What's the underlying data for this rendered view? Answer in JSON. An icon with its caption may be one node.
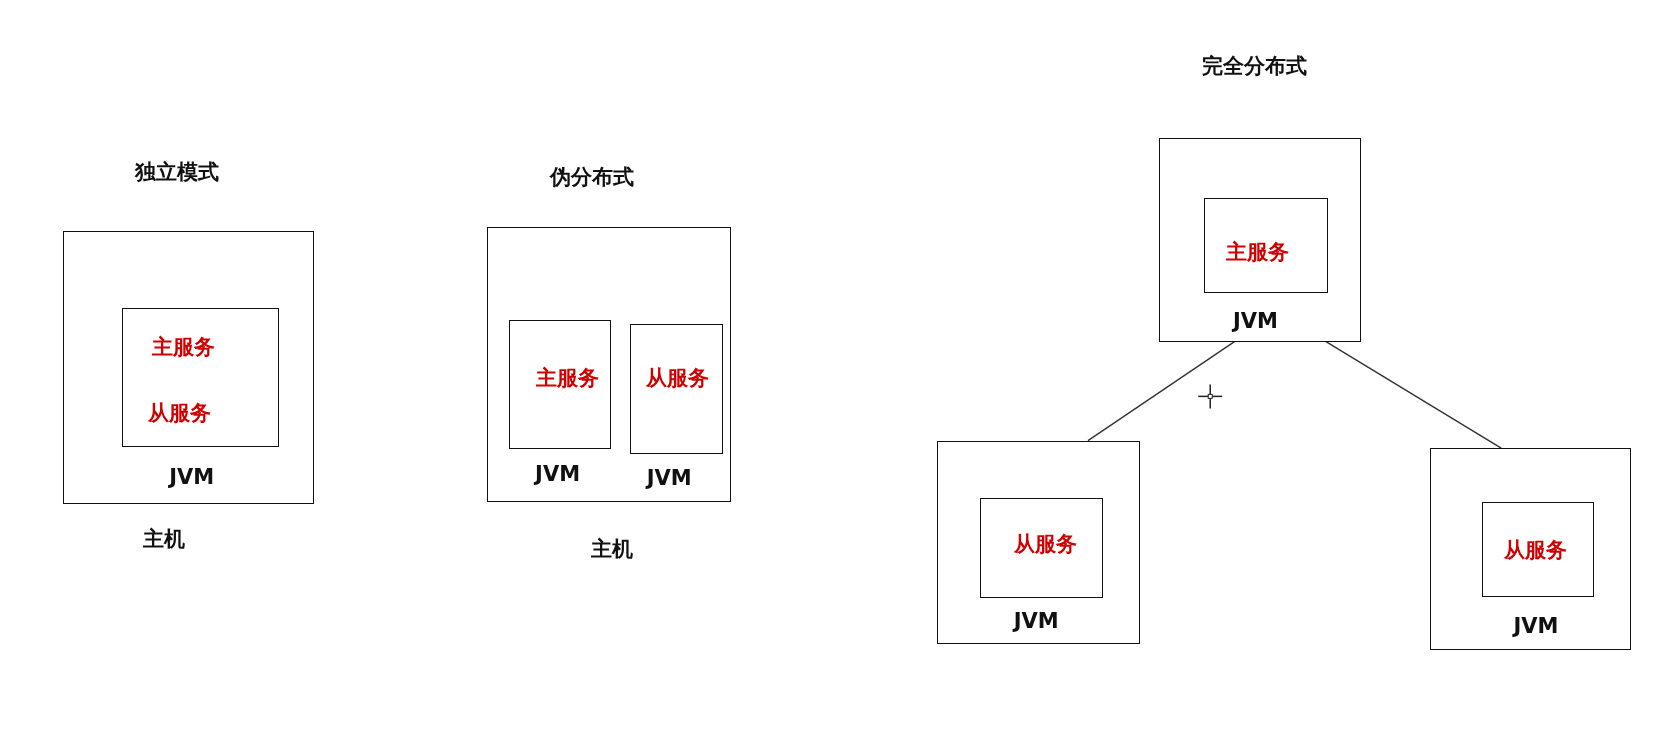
{
  "diagram": {
    "nodes": [
      {
        "text": [
          "主机"
        ]
      },
      {
        "text": [
          "主服务",
          "从服务",
          "JVM"
        ],
        "in": 0
      },
      {
        "text": [
          "主机"
        ]
      },
      {
        "text": [
          "主服务",
          "JVM"
        ],
        "in": 2
      },
      {
        "text": [
          "从服务",
          "JVM"
        ],
        "in": 2
      },
      {
        "text": [
          "JVM"
        ]
      },
      {
        "text": [
          "主服务"
        ],
        "in": 5
      },
      {
        "text": [
          "JVM"
        ]
      },
      {
        "text": [
          "从服务"
        ],
        "in": 7
      },
      {
        "text": [
          "JVM"
        ]
      },
      {
        "text": [
          "从服务"
        ],
        "in": 9
      }
    ],
    "edges": [
      {
        "from": 5,
        "to": 7,
        "arrow": "none"
      },
      {
        "from": 5,
        "to": 9,
        "arrow": "none"
      }
    ],
    "labels": [
      "完全分布式",
      "独立模式",
      "伪分布式"
    ]
  }
}
